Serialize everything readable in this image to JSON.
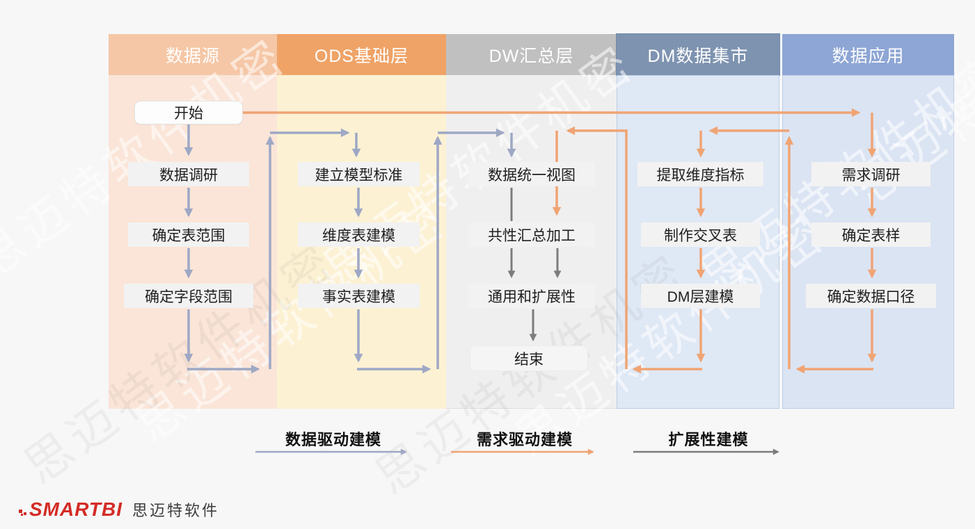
{
  "page": {
    "background": "#F7F7F7"
  },
  "watermark": {
    "text": "思迈特软件机密"
  },
  "columns": [
    {
      "header": "数据源",
      "header_color": "#F5C7A6",
      "body_color": "#FAE5D8",
      "boxes": [
        {
          "label": "开始"
        },
        {
          "label": "数据调研"
        },
        {
          "label": "确定表范围"
        },
        {
          "label": "确定字段范围"
        }
      ]
    },
    {
      "header": "ODS基础层",
      "header_color": "#EFA367",
      "body_color": "#FCF1D3",
      "boxes": [
        {
          "label": "建立模型标准"
        },
        {
          "label": "维度表建模"
        },
        {
          "label": "事实表建模"
        }
      ]
    },
    {
      "header": "DW汇总层",
      "header_color": "#C1C0C0",
      "body_color": "#F0EFEF",
      "boxes": [
        {
          "label": "数据统一视图"
        },
        {
          "label": "共性汇总加工"
        },
        {
          "label": "通用和扩展性"
        },
        {
          "label": "结束"
        }
      ]
    },
    {
      "header": "DM数据集市",
      "header_color": "#7E93B0",
      "body_color": "#DFE8F5",
      "boxes": [
        {
          "label": "提取维度指标"
        },
        {
          "label": "制作交叉表"
        },
        {
          "label": "DM层建模"
        }
      ]
    },
    {
      "header": "数据应用",
      "header_color": "#8EA6D5",
      "body_color": "#DBE4F3",
      "boxes": [
        {
          "label": "需求调研"
        },
        {
          "label": "确定表样"
        },
        {
          "label": "确定数据口径"
        }
      ]
    }
  ],
  "legend": [
    {
      "label": "数据驱动建模",
      "color": "#9EA8C5"
    },
    {
      "label": "需求驱动建模",
      "color": "#F0A474"
    },
    {
      "label": "扩展性建模",
      "color": "#7C7C7C"
    }
  ],
  "logo": {
    "brand": "SMARTBI",
    "company": "思迈特软件",
    "brand_color": "#D42B26"
  }
}
